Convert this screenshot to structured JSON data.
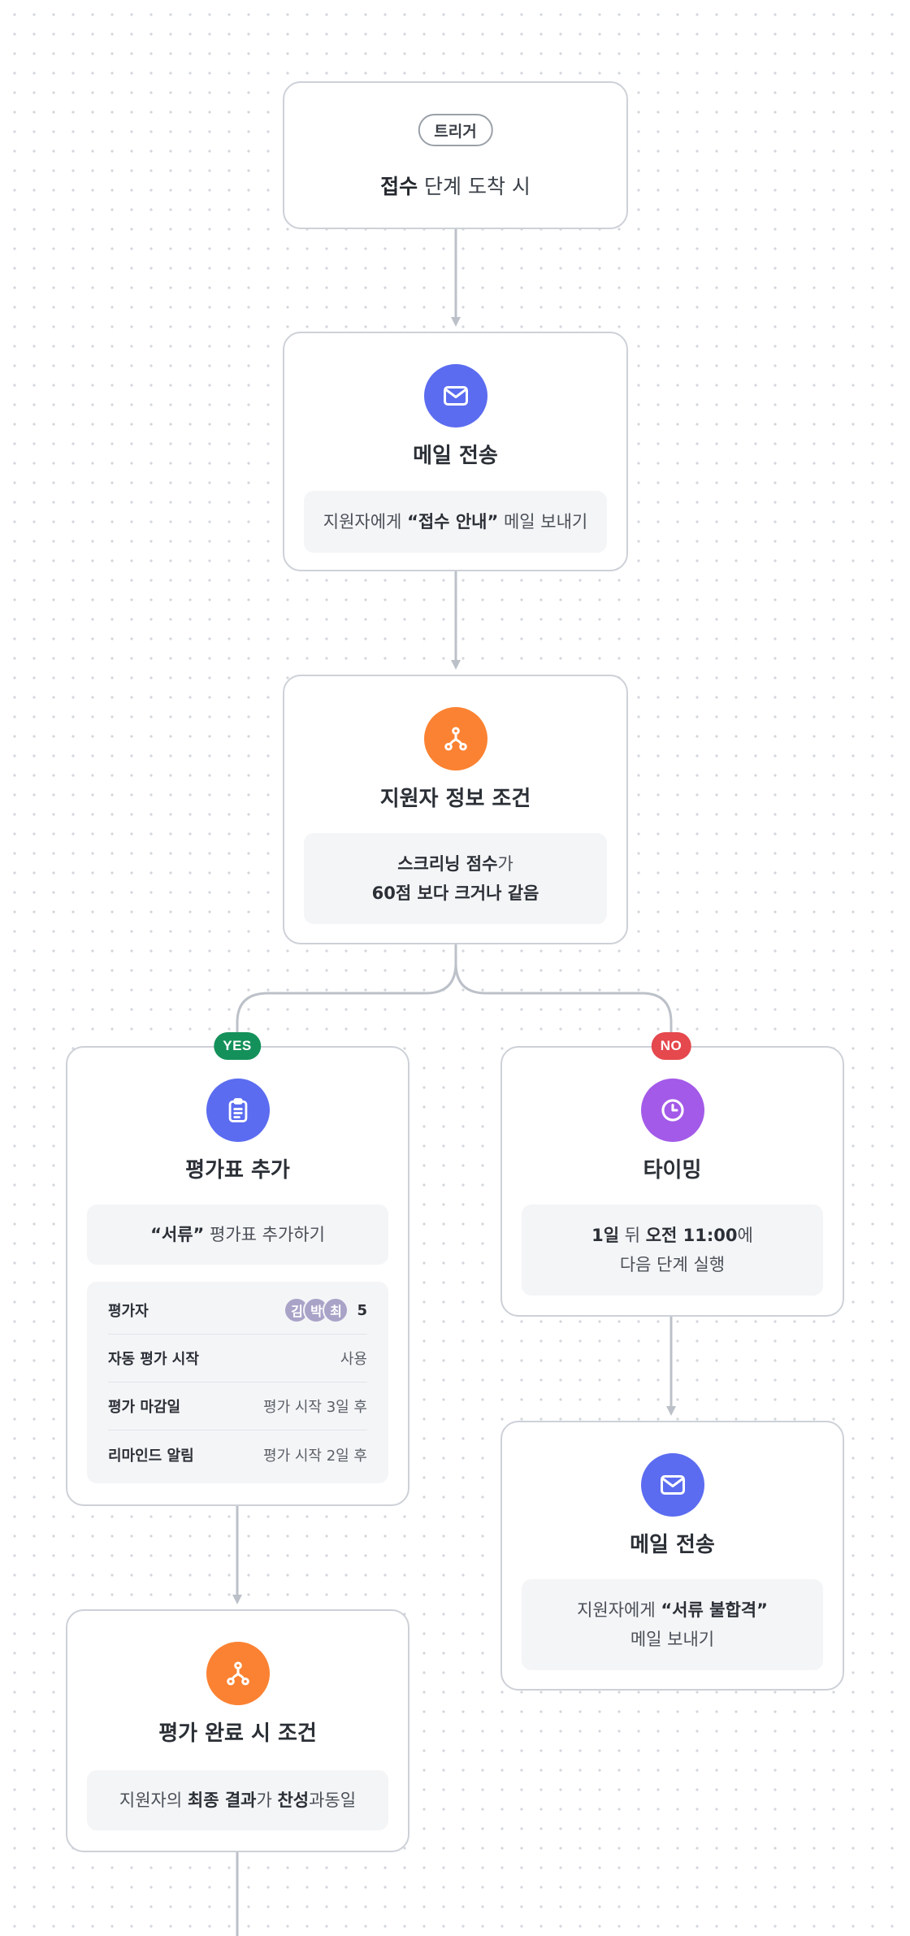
{
  "trigger": {
    "chip": "트리거",
    "text_bold": "접수",
    "text_rest": " 단계 도착 시"
  },
  "nodes": {
    "send_mail_1": {
      "icon": "mail-icon",
      "title": "메일 전송",
      "desc_pre": "지원자에게 ",
      "desc_bold": "“접수 안내”",
      "desc_post": " 메일 보내기"
    },
    "condition_1": {
      "icon": "branch-icon",
      "title": "지원자 정보 조건",
      "line1_bold": "스크리닝 점수",
      "line1_rest": "가",
      "line2": "60점 보다 크거나 같음"
    },
    "eval_form": {
      "icon": "clipboard-icon",
      "title": "평가표 추가",
      "desc_bold": "“서류”",
      "desc_rest": " 평가표 추가하기",
      "settings": [
        {
          "label": "평가자",
          "value": ""
        },
        {
          "label": "자동 평가 시작",
          "value": "사용"
        },
        {
          "label": "평가 마감일",
          "value": "평가 시작 3일 후"
        },
        {
          "label": "리마인드 알림",
          "value": "평가 시작 2일 후"
        }
      ],
      "evaluators": [
        "김",
        "박",
        "최"
      ],
      "evaluator_count": "5"
    },
    "timing": {
      "icon": "clock-icon",
      "title": "타이밍",
      "line1_a": "1일",
      "line1_b": " 뒤 ",
      "line1_c": "오전 11:00",
      "line1_d": "에",
      "line2": "다음 단계 실행"
    },
    "send_mail_2": {
      "icon": "mail-icon",
      "title": "메일 전송",
      "line1_pre": "지원자에게 ",
      "line1_bold": "“서류 불합격”",
      "line2": "메일 보내기"
    },
    "condition_2": {
      "icon": "branch-icon",
      "title": "평가 완료 시 조건",
      "pre": "지원자의 ",
      "bold1": "최종 결과",
      "mid": "가 ",
      "bold2": "찬성",
      "post": "과동일"
    }
  },
  "branches": {
    "yes": "YES",
    "no": "NO"
  },
  "colors": {
    "mail": "#5b6cf0",
    "branch": "#fb8232",
    "clipboard": "#5b6cf0",
    "clock": "#a35ae8",
    "yes": "#14915a",
    "no": "#e5484d",
    "connector": "#bcc1c9"
  }
}
